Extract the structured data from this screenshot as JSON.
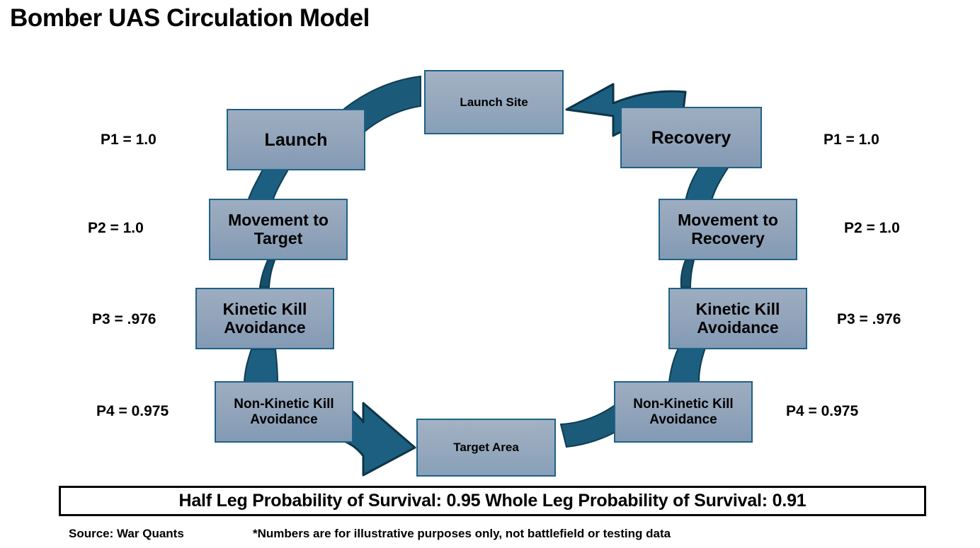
{
  "title": "Bomber UAS Circulation Model",
  "endpoints": {
    "launch_site": "Launch Site",
    "target_area": "Target Area"
  },
  "left_branch": {
    "stages": [
      {
        "label": "Launch",
        "probability": "P1 = 1.0"
      },
      {
        "label": "Movement to Target",
        "probability": "P2 = 1.0"
      },
      {
        "label": "Kinetic Kill Avoidance",
        "probability": "P3 = .976"
      },
      {
        "label": "Non-Kinetic Kill Avoidance",
        "probability": "P4 = 0.975"
      }
    ]
  },
  "right_branch": {
    "stages": [
      {
        "label": "Recovery",
        "probability": "P1 = 1.0"
      },
      {
        "label": "Movement to Recovery",
        "probability": "P2 = 1.0"
      },
      {
        "label": "Kinetic Kill Avoidance",
        "probability": "P3 = .976"
      },
      {
        "label": "Non-Kinetic Kill Avoidance",
        "probability": "P4 = 0.975"
      }
    ]
  },
  "banner": {
    "text": "Half Leg Probability of Survival: 0.95 Whole Leg Probability of Survival: 0.91",
    "half_leg_value": "0.95",
    "whole_leg_value": "0.91"
  },
  "footer": {
    "source": "Source: War Quants",
    "disclaimer": "*Numbers are for illustrative purposes only, not battlefield or testing data"
  },
  "colors": {
    "arrow": "#1c5f81",
    "arrow_dark": "#174a63",
    "box_border": "#1f6186",
    "box_fill_top": "#9dadc1",
    "box_fill_bottom": "#839ab4",
    "text": "#000000",
    "background": "#ffffff"
  }
}
